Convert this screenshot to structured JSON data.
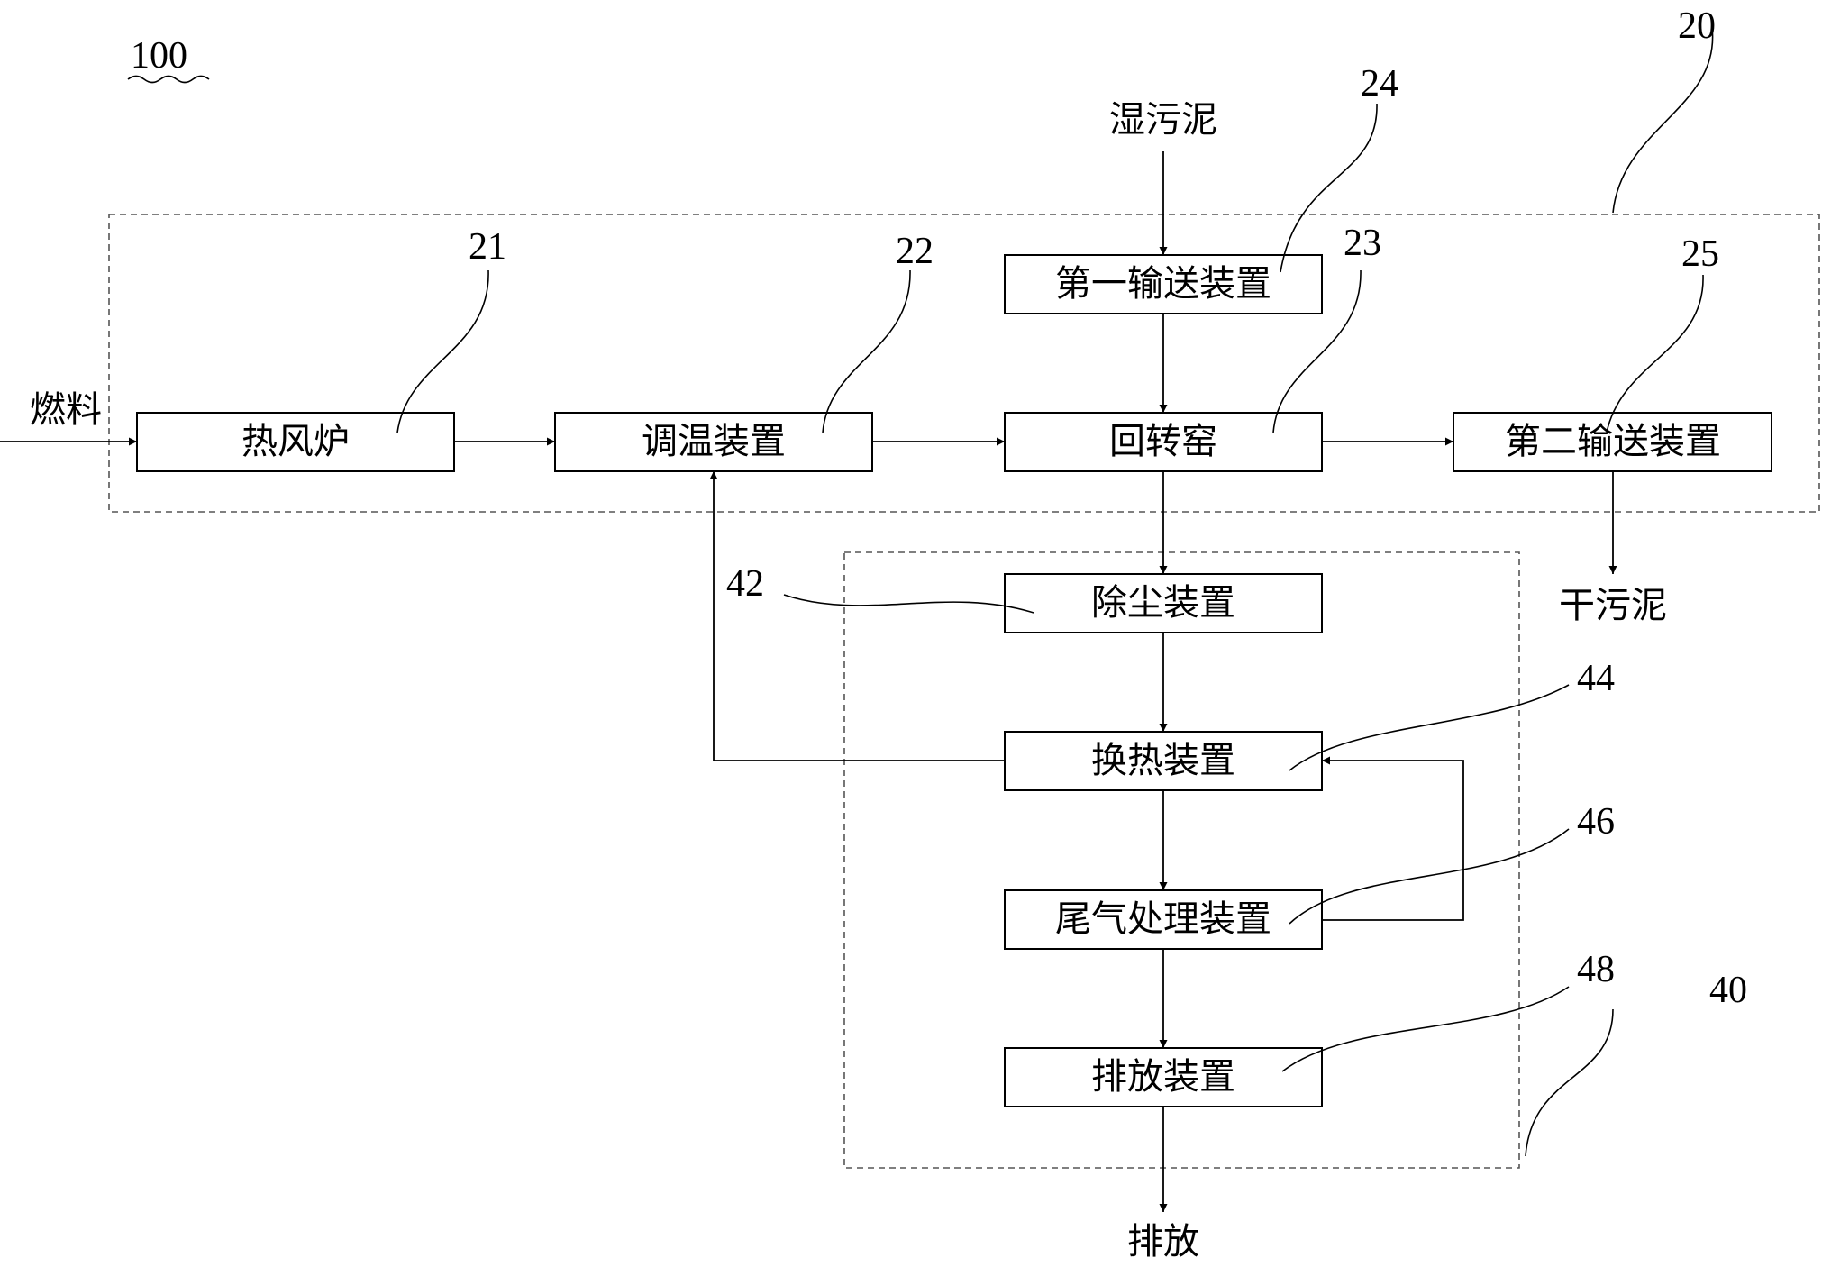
{
  "figure_ref": "100",
  "group_refs": {
    "dryer": "20",
    "gas": "40"
  },
  "nodes": {
    "hot_air_furnace": {
      "label": "热风炉",
      "ref": "21"
    },
    "temp_regulator": {
      "label": "调温装置",
      "ref": "22"
    },
    "rotary_kiln": {
      "label": "回转窑",
      "ref": "23"
    },
    "first_conveyor": {
      "label": "第一输送装置",
      "ref": "24"
    },
    "second_conveyor": {
      "label": "第二输送装置",
      "ref": "25"
    },
    "dust_removal": {
      "label": "除尘装置",
      "ref": "42"
    },
    "heat_exchanger": {
      "label": "换热装置",
      "ref": "44"
    },
    "exhaust_treatment": {
      "label": "尾气处理装置",
      "ref": "46"
    },
    "discharge_device": {
      "label": "排放装置",
      "ref": "48"
    }
  },
  "io": {
    "fuel": "燃料",
    "wet_sludge": "湿污泥",
    "dry_sludge": "干污泥",
    "discharge": "排放"
  }
}
